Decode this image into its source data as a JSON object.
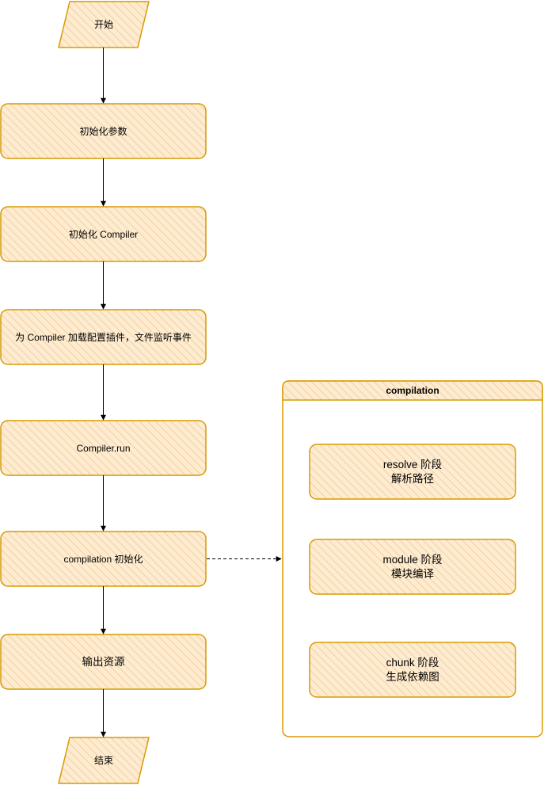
{
  "flow": {
    "start": "开始",
    "init_params": "初始化参数",
    "init_compiler": "初始化 Compiler",
    "load_plugins": "为 Compiler 加载配置插件，文件监听事件",
    "compiler_run": "Compiler.run",
    "compilation_init": "compilation 初始化",
    "output_assets": "输出资源",
    "end": "结束"
  },
  "compilation": {
    "title": "compilation",
    "stages": [
      {
        "name": "resolve 阶段",
        "desc": "解析路径"
      },
      {
        "name": "module 阶段",
        "desc": "模块编译"
      },
      {
        "name": "chunk 阶段",
        "desc": "生成依赖图"
      }
    ]
  },
  "colors": {
    "fill": "#fdecd2",
    "stroke": "#d79b00",
    "hatch": "#f5cf9a",
    "line": "#000000"
  }
}
